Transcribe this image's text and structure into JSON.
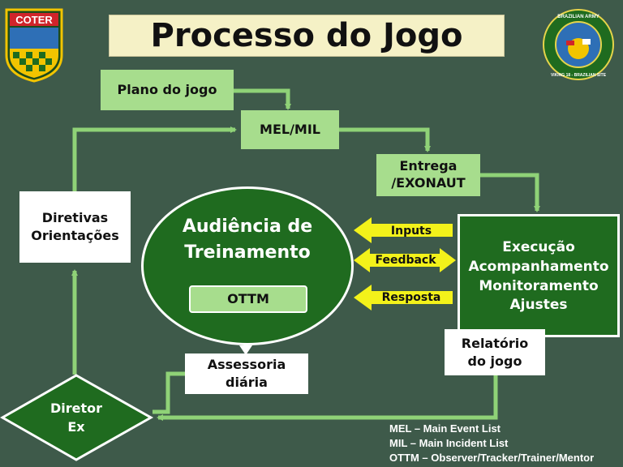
{
  "title": "Processo do Jogo",
  "logos": {
    "left_text": "COTER",
    "right_top_text": "BRAZILIAN ARMY",
    "right_bottom_text": "VIKING 18 - BRAZILIAN SITE"
  },
  "boxes": {
    "plano": "Plano do jogo",
    "mel": "MEL/MIL",
    "entrega": "Entrega\n/EXONAUT",
    "diretivas": "Diretivas\nOrientações",
    "audiencia": "Audiência de\nTreinamento",
    "ottm": "OTTM",
    "assessoria": "Assessoria\ndiária",
    "execucao": "Execução\nAcompanhamento\nMonitoramento\nAjustes",
    "relatorio": "Relatório\ndo jogo",
    "diretor": "Diretor\nEx"
  },
  "arrows": {
    "inputs": "Inputs",
    "feedback": "Feedback",
    "resposta": "Resposta"
  },
  "legend": [
    "MEL – Main Event List",
    "MIL – Main Incident List",
    "OTTM – Observer/Tracker/Trainer/Mentor"
  ],
  "colors": {
    "background": "#3e5a4a",
    "light_green": "#a7dd8d",
    "dark_green": "#1f6b1f",
    "connector": "#8fd277",
    "yellow_arrow": "#f3f21a",
    "title_bg": "#f5f1c6"
  }
}
